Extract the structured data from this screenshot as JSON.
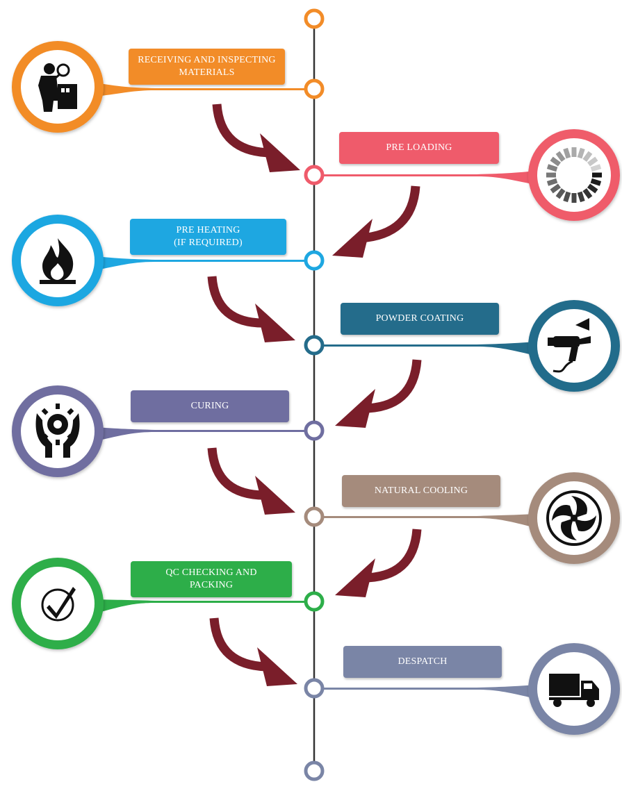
{
  "steps": [
    {
      "label": "RECEIVING AND INSPECTING\nMATERIALS",
      "color": "#F28C28",
      "icon": "inspector-icon",
      "side": "left"
    },
    {
      "label": "PRE LOADING",
      "color": "#EF5B6B",
      "icon": "loading-spinner-icon",
      "side": "right"
    },
    {
      "label": "PRE HEATING\n(IF REQUIRED)",
      "color": "#1EA7E1",
      "icon": "fire-icon",
      "side": "left"
    },
    {
      "label": "POWDER COATING",
      "color": "#246C8B",
      "icon": "spray-gun-icon",
      "side": "right"
    },
    {
      "label": "CURING",
      "color": "#6F6EA0",
      "icon": "hands-gear-icon",
      "side": "left"
    },
    {
      "label": "NATURAL COOLING",
      "color": "#A58B7C",
      "icon": "fan-icon",
      "side": "right"
    },
    {
      "label": "QC CHECKING AND\nPACKING",
      "color": "#2DAE49",
      "icon": "check-circle-icon",
      "side": "left"
    },
    {
      "label": "DESPATCH",
      "color": "#7A85A6",
      "icon": "truck-icon",
      "side": "right"
    }
  ],
  "arrow_color": "#7A1E2A",
  "timeline_color": "#333333",
  "end_node_color": "#7A85A6",
  "start_node_color": "#F28C28"
}
